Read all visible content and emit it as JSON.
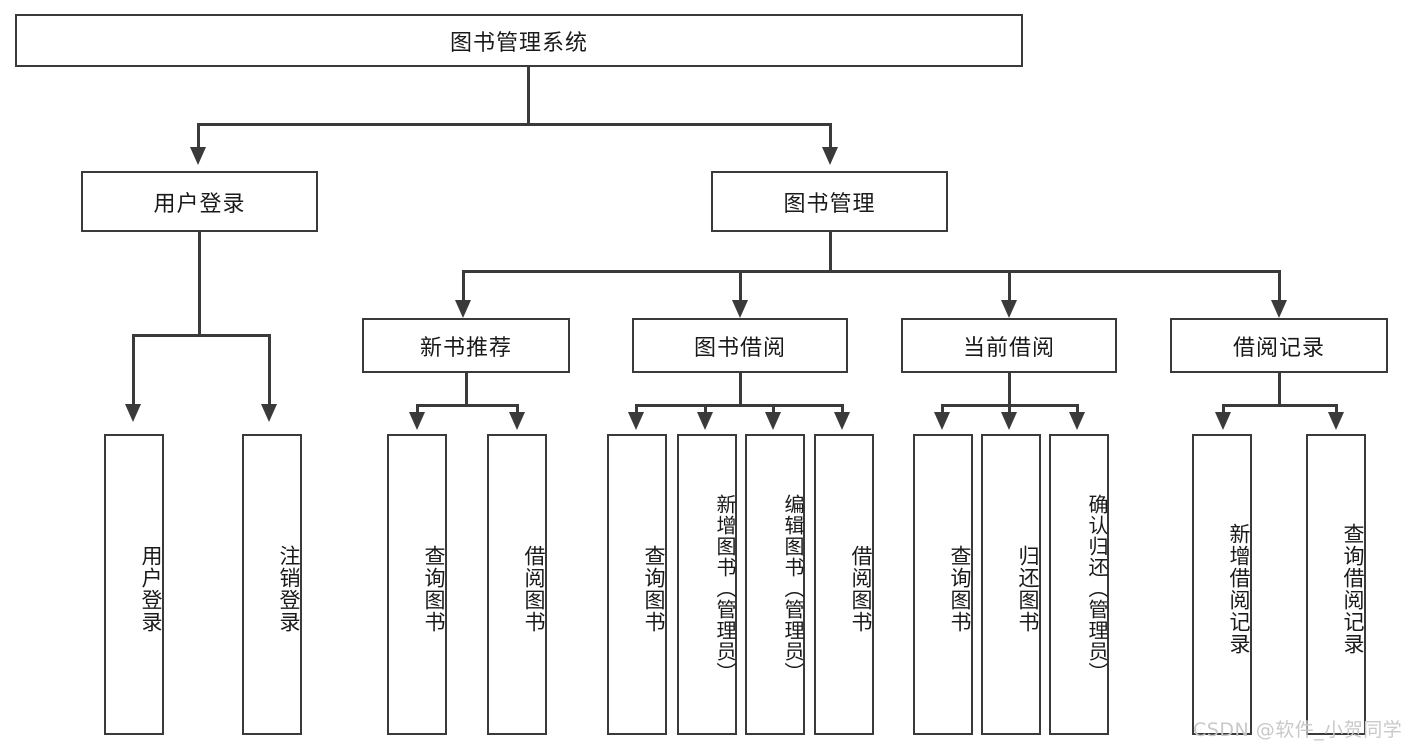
{
  "diagram": {
    "title": "图书管理系统",
    "type": "hierarchy-flowchart",
    "stroke_color": "#3a3a3a",
    "background_color": "#ffffff",
    "levels": {
      "level1": [
        {
          "id": "root",
          "label": "图书管理系统"
        }
      ],
      "level2": [
        {
          "id": "user-login",
          "label": "用户登录"
        },
        {
          "id": "book-manage",
          "label": "图书管理"
        }
      ],
      "level3": [
        {
          "id": "new-book-recommend",
          "label": "新书推荐"
        },
        {
          "id": "book-borrow",
          "label": "图书借阅"
        },
        {
          "id": "current-borrow",
          "label": "当前借阅"
        },
        {
          "id": "borrow-record",
          "label": "借阅记录"
        }
      ],
      "level4": [
        {
          "id": "leaf-user-login",
          "label": "用户登录",
          "parent": "user-login"
        },
        {
          "id": "leaf-logout",
          "label": "注销登录",
          "parent": "user-login"
        },
        {
          "id": "leaf-query-book-1",
          "label": "查询图书",
          "parent": "new-book-recommend"
        },
        {
          "id": "leaf-borrow-book-1",
          "label": "借阅图书",
          "parent": "new-book-recommend"
        },
        {
          "id": "leaf-query-book-2",
          "label": "查询图书",
          "parent": "book-borrow"
        },
        {
          "id": "leaf-add-book",
          "label": "新增图书（管理员）",
          "parent": "book-borrow"
        },
        {
          "id": "leaf-edit-book",
          "label": "编辑图书（管理员）",
          "parent": "book-borrow"
        },
        {
          "id": "leaf-borrow-book-2",
          "label": "借阅图书",
          "parent": "book-borrow"
        },
        {
          "id": "leaf-query-book-3",
          "label": "查询图书",
          "parent": "current-borrow"
        },
        {
          "id": "leaf-return-book",
          "label": "归还图书",
          "parent": "current-borrow"
        },
        {
          "id": "leaf-confirm-return",
          "label": "确认归还（管理员）",
          "parent": "current-borrow"
        },
        {
          "id": "leaf-add-record",
          "label": "新增借阅记录",
          "parent": "borrow-record"
        },
        {
          "id": "leaf-query-record",
          "label": "查询借阅记录",
          "parent": "borrow-record"
        }
      ]
    }
  },
  "watermark": {
    "text": "CSDN @软件_小贺同学"
  }
}
